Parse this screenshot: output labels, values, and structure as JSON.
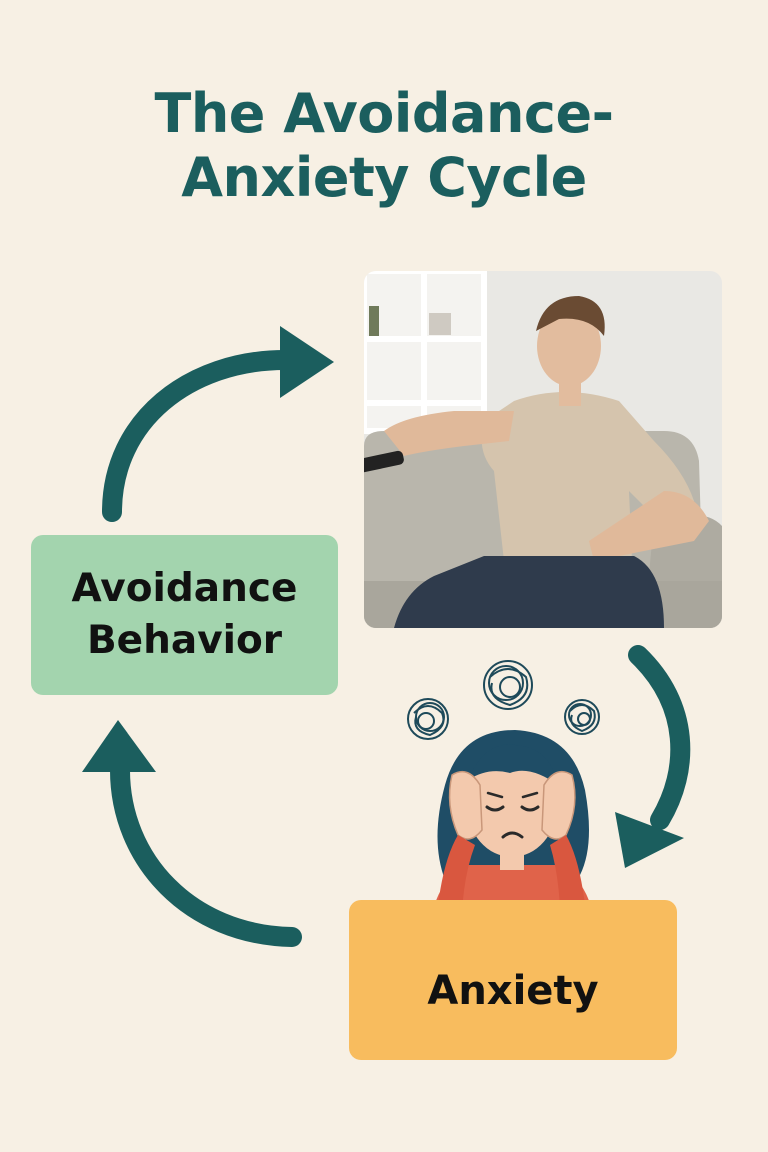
{
  "title": {
    "line1": "The Avoidance-",
    "line2": "Anxiety Cycle"
  },
  "nodes": {
    "avoidance": {
      "line1": "Avoidance",
      "line2": "Behavior"
    },
    "anxiety": {
      "label": "Anxiety"
    }
  },
  "illustrations": {
    "photo": "man-on-couch-with-remote",
    "woman": "stressed-woman-holding-head-icon"
  },
  "colors": {
    "background": "#f7f0e4",
    "title": "#1b5e5e",
    "arrow": "#1b5e5e",
    "avoidance_box": "#a3d4ae",
    "anxiety_box": "#f8bc5e"
  }
}
